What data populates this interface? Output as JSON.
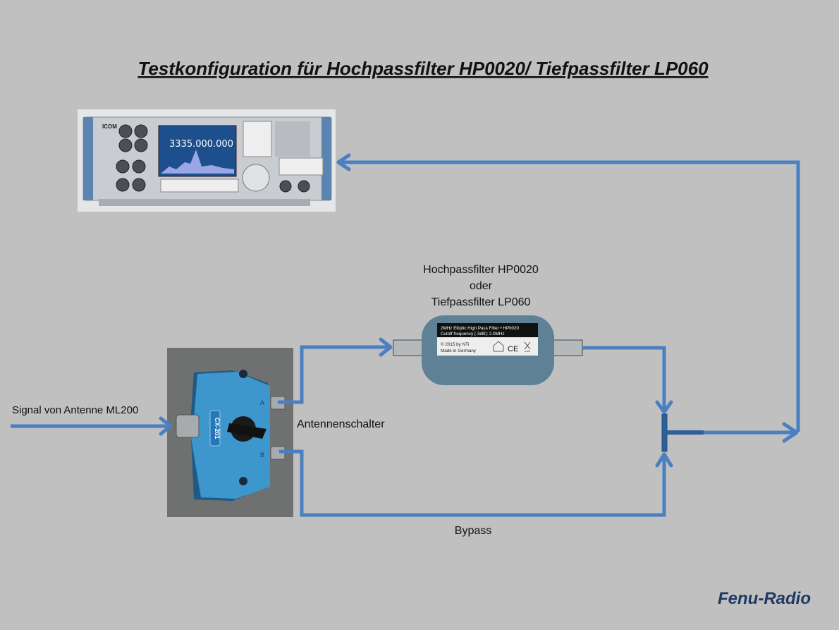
{
  "title": "Testkonfiguration für Hochpassfilter HP0020/ Tiefpassfilter LP060",
  "labels": {
    "signal_input": "Signal von Antenne ML200",
    "switch": "Antennenschalter",
    "filter_line1": "Hochpassfilter HP0020",
    "filter_line2": "oder",
    "filter_line3": "Tiefpassfilter LP060",
    "bypass": "Bypass"
  },
  "receiver": {
    "brand": "ICOM",
    "frequency": "3335.000.000"
  },
  "switch_device": {
    "model": "CX-201",
    "port_a": "A",
    "port_b": "B"
  },
  "filter_device": {
    "label_line1": "2MHz Elliptic High Pass Filter • HP0020",
    "label_line2": "Cutoff frequency (-3dB): 2.0MHz",
    "label_line3": "© 2015 by NTi",
    "label_line4": "Made in Germany",
    "ce_mark": "CE"
  },
  "brand": "Fenu-Radio",
  "colors": {
    "line": "#4a7fc1",
    "background": "#c0c0c0",
    "brand": "#1f3864"
  }
}
